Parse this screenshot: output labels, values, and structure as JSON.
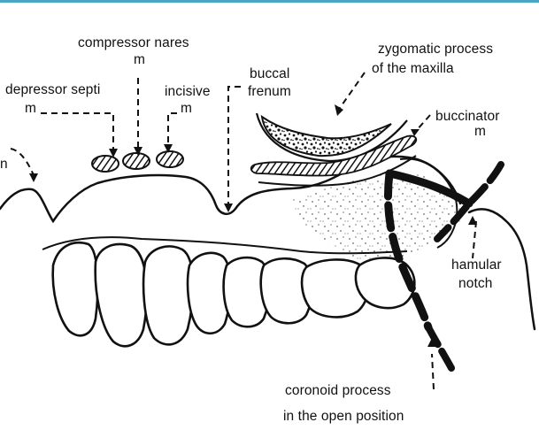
{
  "colors": {
    "ink": "#111111",
    "frame": "#4aa7c4",
    "paper": "#ffffff"
  },
  "labels": {
    "compressor_nares": "compressor nares",
    "compressor_nares_m": "m",
    "zygomatic_line1": "zygomatic process",
    "zygomatic_line2": "of the maxilla",
    "depressor_septi": "depressor septi",
    "depressor_septi_m": "m",
    "incisive": "incisive",
    "incisive_m": "m",
    "buccal": "buccal",
    "frenum": "frenum",
    "buccinator": "buccinator",
    "buccinator_m": "m",
    "left_fragment": "n",
    "hamular": "hamular",
    "notch": "notch",
    "coronoid_line1": "coronoid process",
    "coronoid_line2": "in the open position"
  }
}
